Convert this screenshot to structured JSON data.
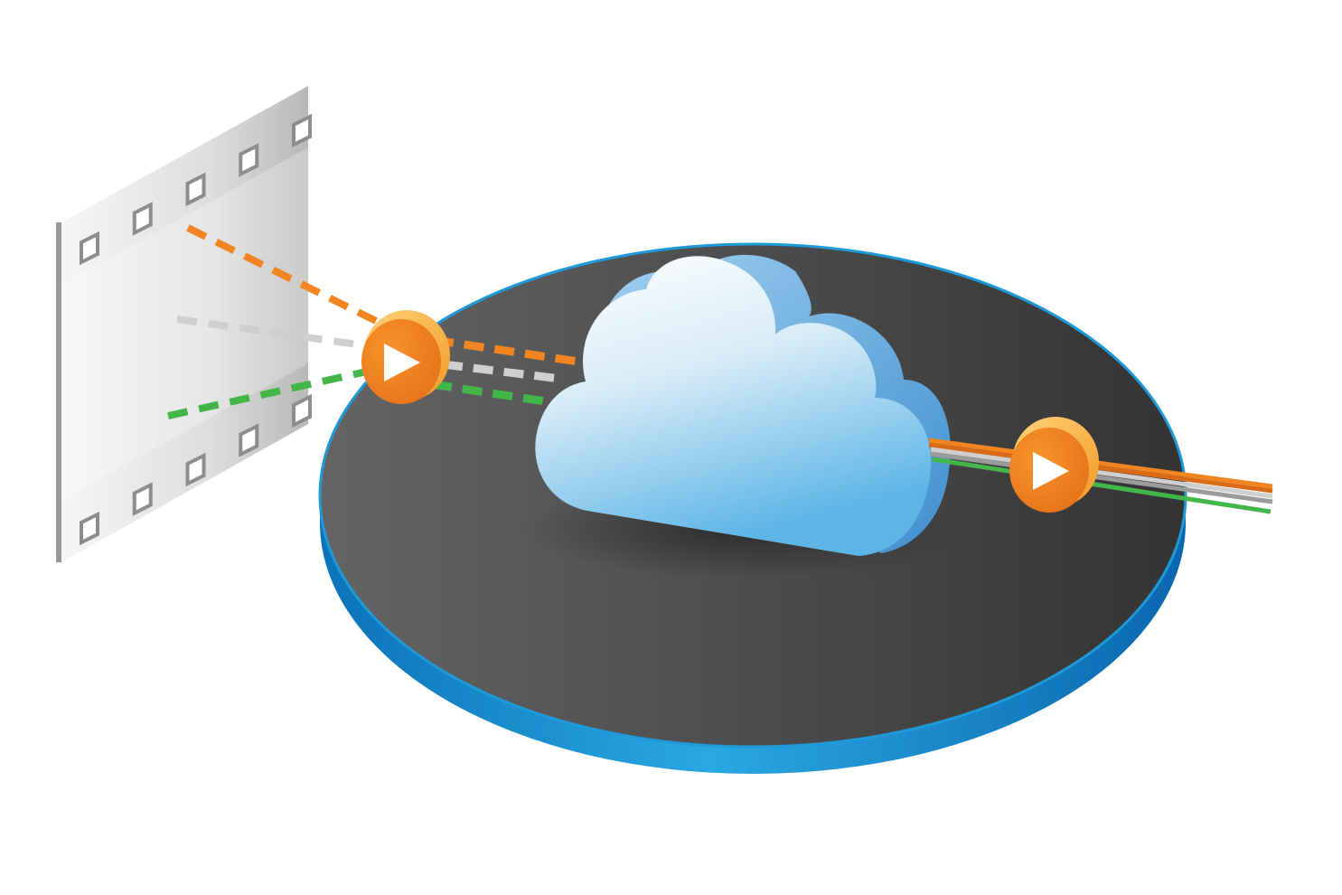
{
  "illustration": {
    "subjects": [
      {
        "id": "film-strip",
        "icon": "film-strip-icon"
      },
      {
        "id": "ingest-play-button",
        "icon": "play-icon"
      },
      {
        "id": "cloud",
        "icon": "cloud-icon"
      },
      {
        "id": "platform-disc",
        "icon": "disc-platform"
      },
      {
        "id": "output-play-button",
        "icon": "play-icon"
      }
    ]
  },
  "colors": {
    "orange": "#f08522",
    "orange_dark": "#d9691a",
    "gray_line": "#c9c9c9",
    "green": "#44b649",
    "green_light": "#8dcf3f",
    "disc_top_left": "#626262",
    "disc_top_right": "#353535",
    "disc_edge_blue": "#1f9ad9",
    "disc_edge_dark": "#0b6fb5",
    "cloud_top": "#ffffff",
    "cloud_bottom": "#5fb6e6",
    "film_light": "#f4f4f4",
    "film_dark": "#b9b9b9"
  }
}
